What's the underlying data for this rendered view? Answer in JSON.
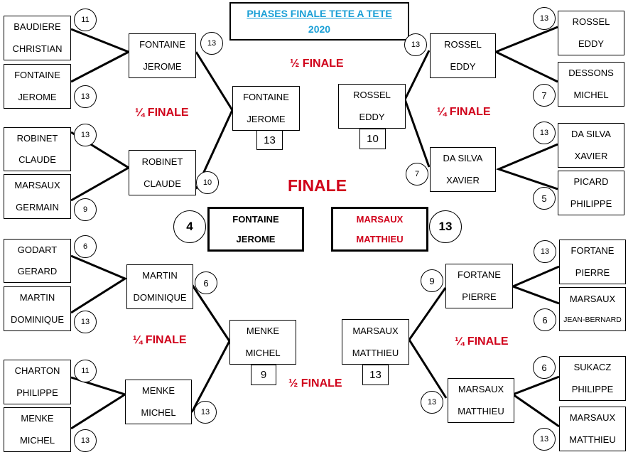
{
  "title": {
    "line1": "PHASES FINALE TETE A TETE",
    "line2": "2020"
  },
  "labels": {
    "quarter": "¼  FINALE",
    "semi": "½ FINALE",
    "final": "FINALE"
  },
  "colors": {
    "label": "#d0021b",
    "title": "#1a9fd6"
  },
  "round1": [
    {
      "l1": "BAUDIERE",
      "l2": "CHRISTIAN",
      "score": "11"
    },
    {
      "l1": "FONTAINE",
      "l2": "JEROME",
      "score": "13"
    },
    {
      "l1": "ROBINET",
      "l2": "CLAUDE",
      "score": "13"
    },
    {
      "l1": "MARSAUX",
      "l2": "GERMAIN",
      "score": "9"
    },
    {
      "l1": "GODART",
      "l2": "GERARD",
      "score": "6"
    },
    {
      "l1": "MARTIN",
      "l2": "DOMINIQUE",
      "score": "13"
    },
    {
      "l1": "CHARTON",
      "l2": "PHILIPPE",
      "score": "11"
    },
    {
      "l1": "MENKE",
      "l2": "MICHEL",
      "score": "13"
    },
    {
      "l1": "ROSSEL",
      "l2": "EDDY",
      "score": "13"
    },
    {
      "l1": "DESSONS",
      "l2": "MICHEL",
      "score": "7"
    },
    {
      "l1": "DA SILVA",
      "l2": "XAVIER",
      "score": "13"
    },
    {
      "l1": "PICARD",
      "l2": "PHILIPPE",
      "score": "5"
    },
    {
      "l1": "FORTANE",
      "l2": "PIERRE",
      "score": "13"
    },
    {
      "l1": "MARSAUX",
      "l2": "JEAN-BERNARD",
      "score": "6"
    },
    {
      "l1": "SUKACZ",
      "l2": "PHILIPPE",
      "score": "6"
    },
    {
      "l1": "MARSAUX",
      "l2": "MATTHIEU",
      "score": "13"
    }
  ],
  "quarter": [
    {
      "l1": "FONTAINE",
      "l2": "JEROME",
      "score": "13"
    },
    {
      "l1": "ROBINET",
      "l2": "CLAUDE",
      "score": "10"
    },
    {
      "l1": "MARTIN",
      "l2": "DOMINIQUE",
      "score": "6"
    },
    {
      "l1": "MENKE",
      "l2": "MICHEL",
      "score": "13"
    },
    {
      "l1": "ROSSEL",
      "l2": "EDDY",
      "score": "13"
    },
    {
      "l1": "DA SILVA",
      "l2": "XAVIER",
      "score": "7"
    },
    {
      "l1": "FORTANE",
      "l2": "PIERRE",
      "score": "9"
    },
    {
      "l1": "MARSAUX",
      "l2": "MATTHIEU",
      "score": "13"
    }
  ],
  "semi": [
    {
      "l1": "FONTAINE",
      "l2": "JEROME",
      "score": "13"
    },
    {
      "l1": "MENKE",
      "l2": "MICHEL",
      "score": "9"
    },
    {
      "l1": "ROSSEL",
      "l2": "EDDY",
      "score": "10"
    },
    {
      "l1": "MARSAUX",
      "l2": "MATTHIEU",
      "score": "13"
    }
  ],
  "final": [
    {
      "l1": "FONTAINE",
      "l2": "JEROME",
      "score": "4"
    },
    {
      "l1": "MARSAUX",
      "l2": "MATTHIEU",
      "score": "13",
      "color": "#d0021b"
    }
  ]
}
